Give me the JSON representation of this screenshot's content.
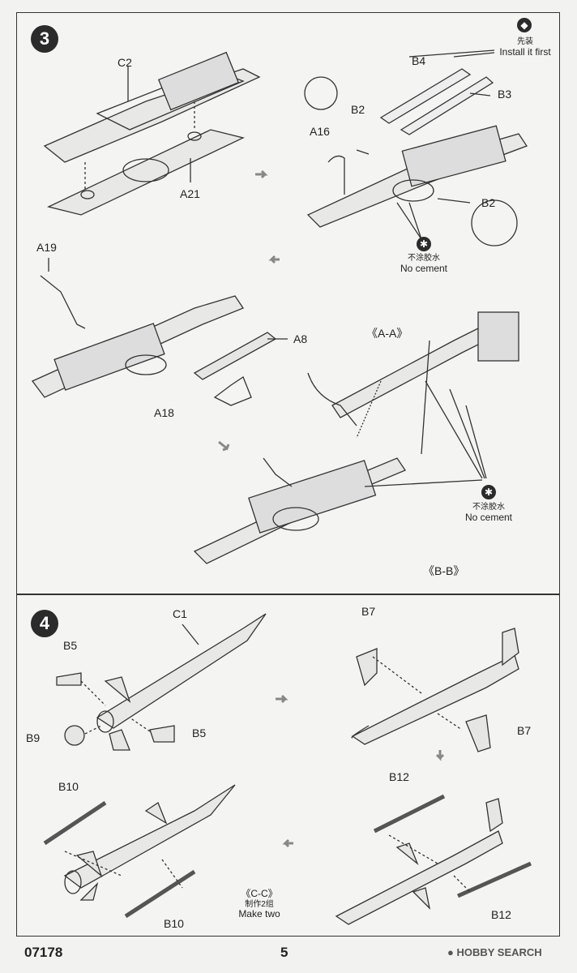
{
  "step3": {
    "number": "3",
    "labels": {
      "c2": "C2",
      "a21": "A21",
      "b4": "B4",
      "b3": "B3",
      "b2_top": "B2",
      "b2_right": "B2",
      "a16": "A16",
      "a19": "A19",
      "a8": "A8",
      "a18": "A18",
      "section_aa": "《A-A》",
      "section_bb": "《B-B》"
    },
    "install_first": {
      "cn": "先装",
      "en": "Install it first"
    },
    "no_cement_1": {
      "cn": "不涂胶水",
      "en": "No cement"
    },
    "no_cement_2": {
      "cn": "不涂胶水",
      "en": "No cement"
    }
  },
  "step4": {
    "number": "4",
    "labels": {
      "c1": "C1",
      "b5_top": "B5",
      "b5_bottom": "B5",
      "b9": "B9",
      "b7_top": "B7",
      "b7_right": "B7",
      "b10_top": "B10",
      "b10_bottom": "B10",
      "b12_top": "B12",
      "b12_bottom": "B12",
      "section_cc": "《C-C》"
    },
    "make_two": {
      "cn": "制作2组",
      "en": "Make two"
    }
  },
  "footer": {
    "code": "07178",
    "page": "5",
    "watermark": "HOBBY SEARCH"
  },
  "colors": {
    "ink": "#222222",
    "panel_bg": "#f4f4f2",
    "badge": "#2b2b2b"
  }
}
